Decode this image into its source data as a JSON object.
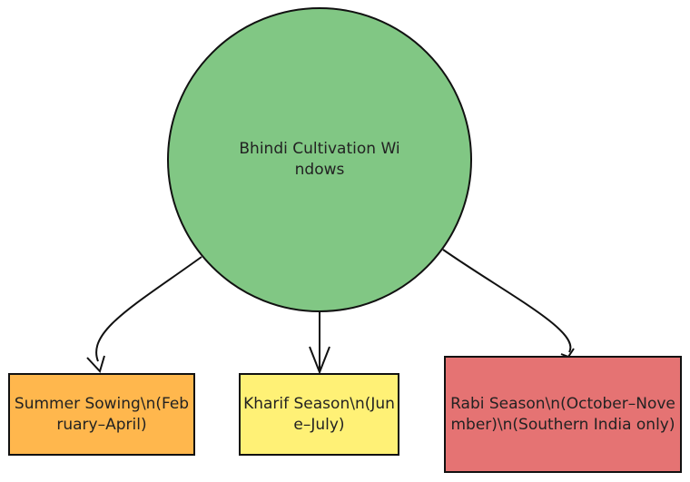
{
  "diagram": {
    "root": {
      "label": "Bhindi Cultivation Windows",
      "color": "#81c784"
    },
    "children": [
      {
        "label": "Summer Sowing\\n(February–April)",
        "color": "#ffb74d"
      },
      {
        "label": "Kharif Season\\n(June–July)",
        "color": "#fff176"
      },
      {
        "label": "Rabi Season\\n(October–November)\\n(Southern India only)",
        "color": "#e57373"
      }
    ]
  }
}
